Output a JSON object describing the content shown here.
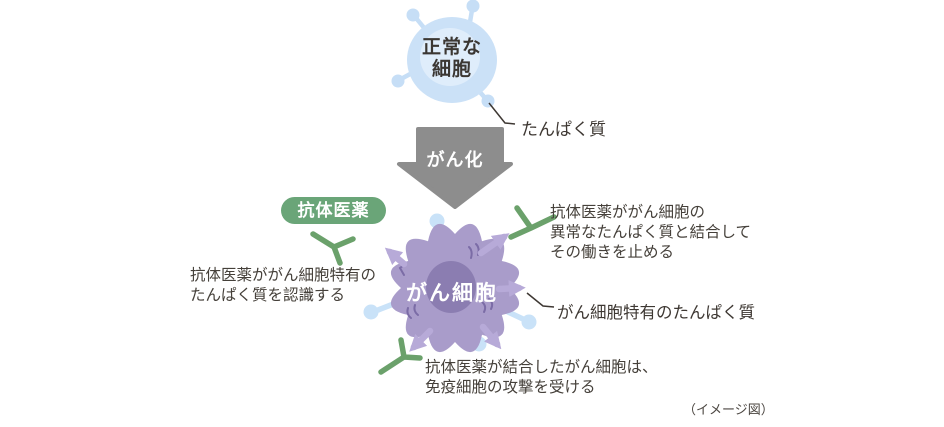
{
  "page": {
    "caption": "（イメージ図）"
  },
  "normal_cell": {
    "label": "正常な\n細胞",
    "protein_label": "たんぱく質"
  },
  "transform_arrow": {
    "label": "がん化"
  },
  "antibody_badge": {
    "label": "抗体医薬"
  },
  "cancer_cell": {
    "label": "がん細胞"
  },
  "annotations": {
    "recognize": "抗体医薬ががん細胞特有の\nたんぱく質を認識する",
    "bind": "抗体医薬ががん細胞の\n異常なたんぱく質と結合して\nその働きを止める",
    "specific_protein": "がん細胞特有のたんぱく質",
    "attack": "抗体医薬が結合したがん細胞は、\n免疫細胞の攻撃を受ける"
  },
  "colors": {
    "normal_cell_body": "#cbe1f7",
    "normal_cell_inner": "#dfedfb",
    "protrusion_blue": "#c6def6",
    "cancer_protrusion_blue": "#c9e2f8",
    "arrow_gray": "#8d8d8d",
    "badge_green": "#6aa578",
    "antibody_green": "#6ba16b",
    "cancer_body": "#a99cca",
    "cancer_nucleus": "#8b7db1",
    "cancer_arrow_purple": "#b7aad8",
    "squiggle_purple": "#7b6ca6",
    "text_dark": "#3e3833"
  }
}
